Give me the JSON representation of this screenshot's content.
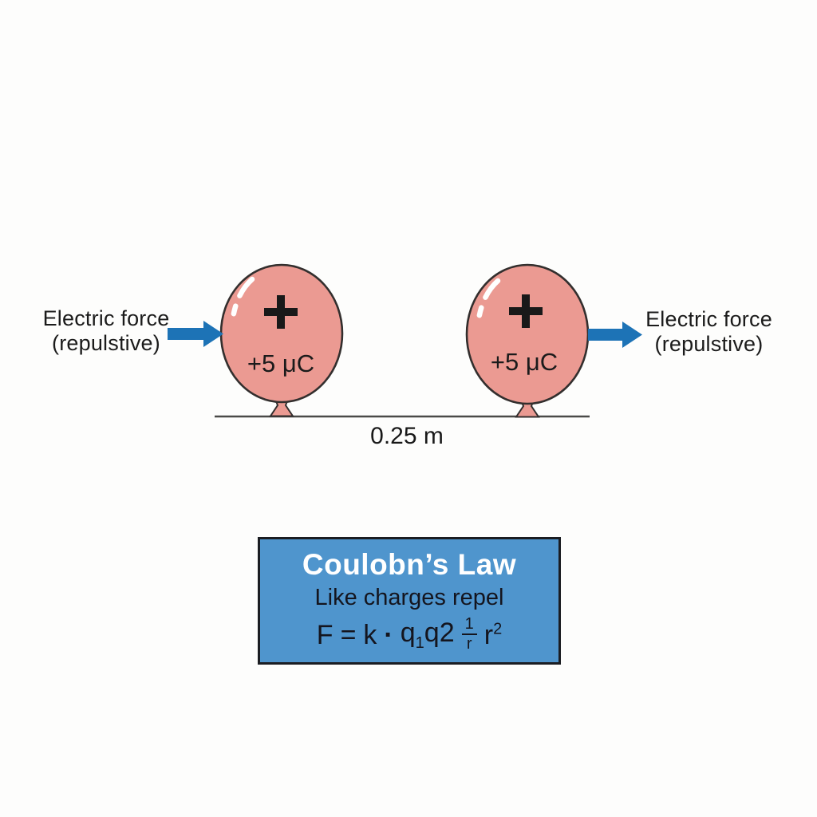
{
  "colors": {
    "background": "#fdfdfc",
    "balloon_fill": "#eb9a92",
    "balloon_stroke": "#332f2e",
    "arrow_blue": "#1d73b6",
    "ground_line": "#4a4a48",
    "plus_black": "#191919",
    "box_fill": "#4f95cd",
    "box_border": "#1b1d22",
    "title_white": "#ffffff",
    "text_dark": "#1b1b1b"
  },
  "icons": {
    "plus_sign": "+",
    "arrow_right": "→",
    "balloon_highlight": "dashed-arc"
  },
  "left_force_label": {
    "line1": "Electric force",
    "line2": "(repulstive)"
  },
  "right_force_label": {
    "line1": "Electric force",
    "line2": "(repulstive)"
  },
  "left_balloon": {
    "charge_label": "+5 μC"
  },
  "right_balloon": {
    "charge_label": "+5 μC"
  },
  "distance_label": "0.25 m",
  "info_box": {
    "title": "Coulobn’s Law",
    "subtitle": "Like charges repel",
    "formula": {
      "lhs": "F",
      "equals": "=",
      "constant": "k",
      "dot": "·",
      "q1_base": "q",
      "q1_sub": "1",
      "q2": "q2",
      "fraction_numerator": "1",
      "fraction_denominator": "r",
      "r_base": "r",
      "r_exponent": "2"
    }
  }
}
